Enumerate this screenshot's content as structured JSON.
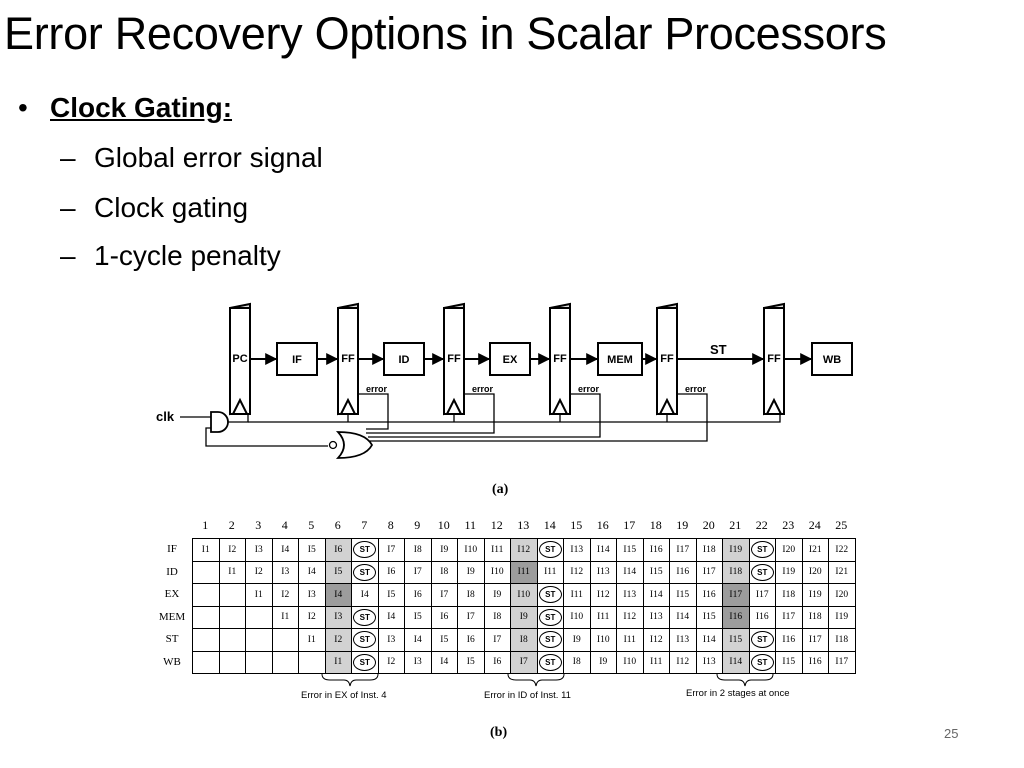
{
  "slide": {
    "title": "Error Recovery Options in Scalar Processors",
    "bullet": {
      "dot": "•",
      "label": "Clock Gating:"
    },
    "sub_items": [
      {
        "dash": "–",
        "text": "Global error signal"
      },
      {
        "dash": "–",
        "text": "Clock gating"
      },
      {
        "dash": "–",
        "text": "1-cycle penalty"
      }
    ],
    "page_number": "25"
  },
  "figure_a": {
    "caption": "(a)",
    "clk_label": "clk",
    "st_label": "ST",
    "error_label": "error",
    "registers": [
      "PC",
      "FF",
      "FF",
      "FF",
      "FF",
      "FF"
    ],
    "stages": [
      "IF",
      "ID",
      "EX",
      "MEM",
      "WB"
    ]
  },
  "figure_b": {
    "caption": "(b)",
    "columns": [
      "1",
      "2",
      "3",
      "4",
      "5",
      "6",
      "7",
      "8",
      "9",
      "10",
      "11",
      "12",
      "13",
      "14",
      "15",
      "16",
      "17",
      "18",
      "19",
      "20",
      "21",
      "22",
      "23",
      "24",
      "25"
    ],
    "rows": [
      {
        "label": "IF",
        "cells": [
          "I1",
          "I2",
          "I3",
          "I4",
          "I5",
          "I6",
          "ST",
          "I7",
          "I8",
          "I9",
          "I10",
          "I11",
          "I12",
          "ST",
          "I13",
          "I14",
          "I15",
          "I16",
          "I17",
          "I18",
          "I19",
          "ST",
          "I20",
          "I21",
          "I22"
        ]
      },
      {
        "label": "ID",
        "cells": [
          "",
          "I1",
          "I2",
          "I3",
          "I4",
          "I5",
          "ST",
          "I6",
          "I7",
          "I8",
          "I9",
          "I10",
          "I11",
          "I11",
          "I12",
          "I13",
          "I14",
          "I15",
          "I16",
          "I17",
          "I18",
          "ST",
          "I19",
          "I20",
          "I21"
        ]
      },
      {
        "label": "EX",
        "cells": [
          "",
          "",
          "I1",
          "I2",
          "I3",
          "I4",
          "I4",
          "I5",
          "I6",
          "I7",
          "I8",
          "I9",
          "I10",
          "ST",
          "I11",
          "I12",
          "I13",
          "I14",
          "I15",
          "I16",
          "I17",
          "I17",
          "I18",
          "I19",
          "I20"
        ]
      },
      {
        "label": "MEM",
        "cells": [
          "",
          "",
          "",
          "I1",
          "I2",
          "I3",
          "ST",
          "I4",
          "I5",
          "I6",
          "I7",
          "I8",
          "I9",
          "ST",
          "I10",
          "I11",
          "I12",
          "I13",
          "I14",
          "I15",
          "I16",
          "I16",
          "I17",
          "I18",
          "I19"
        ]
      },
      {
        "label": "ST",
        "cells": [
          "",
          "",
          "",
          "",
          "I1",
          "I2",
          "ST",
          "I3",
          "I4",
          "I5",
          "I6",
          "I7",
          "I8",
          "ST",
          "I9",
          "I10",
          "I11",
          "I12",
          "I13",
          "I14",
          "I15",
          "ST",
          "I16",
          "I17",
          "I18"
        ]
      },
      {
        "label": "WB",
        "cells": [
          "",
          "",
          "",
          "",
          "",
          "I1",
          "ST",
          "I2",
          "I3",
          "I4",
          "I5",
          "I6",
          "I7",
          "ST",
          "I8",
          "I9",
          "I10",
          "I11",
          "I12",
          "I13",
          "I14",
          "ST",
          "I15",
          "I16",
          "I17"
        ]
      }
    ],
    "shaded_columns": [
      "6",
      "13",
      "21"
    ],
    "dark_cells": [
      {
        "row": "EX",
        "column": "6"
      },
      {
        "row": "ID",
        "column": "13"
      },
      {
        "row": "EX",
        "column": "21"
      },
      {
        "row": "MEM",
        "column": "21"
      }
    ],
    "annotations": [
      "Error in EX of Inst. 4",
      "Error in ID of Inst. 11",
      "Error in 2 stages at once"
    ]
  }
}
